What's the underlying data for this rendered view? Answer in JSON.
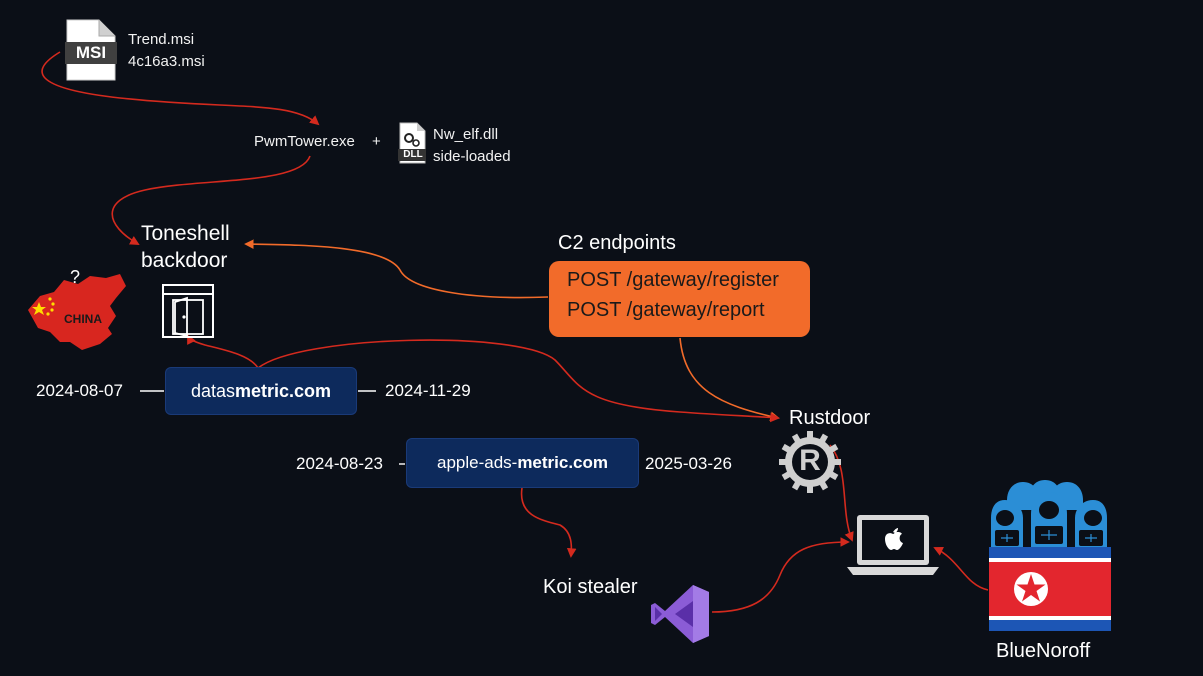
{
  "msi": {
    "icon_label": "MSI",
    "files": [
      "Trend.msi",
      "4c16a3.msi"
    ]
  },
  "loader": {
    "exe": "PwmTower.exe",
    "plus": "+",
    "dll_icon_label": "DLL",
    "dll_name": "Nw_elf.dll",
    "dll_note": "side-loaded"
  },
  "toneshell": {
    "line1": "Toneshell",
    "line2": "backdoor"
  },
  "china": {
    "label": "CHINA",
    "question": "?"
  },
  "c2": {
    "title": "C2 endpoints",
    "endpoints": [
      "POST /gateway/register",
      "POST /gateway/report"
    ]
  },
  "domain1": {
    "start": "2024-08-07",
    "prefix": "datas",
    "bold": "metric.com",
    "end": "2024-11-29"
  },
  "domain2": {
    "start": "2024-08-23",
    "prefix": "apple-ads-",
    "bold": "metric.com",
    "end": "2025-03-26"
  },
  "rustdoor": {
    "label": "Rustdoor",
    "logo_letter": "R"
  },
  "koi": {
    "label": "Koi stealer"
  },
  "bluenoroff": {
    "label": "BlueNoroff"
  },
  "colors": {
    "background": "#0b0f17",
    "red_arrow": "#d42a1e",
    "orange_arrow": "#f26b2a",
    "domain_box": "#0d2a5c",
    "c2_box": "#f26b2a",
    "vs_purple": "#8b5cd6",
    "nk_red": "#e3262e",
    "nk_blue": "#1d56b5",
    "hacker_blue": "#2b8ed6"
  }
}
